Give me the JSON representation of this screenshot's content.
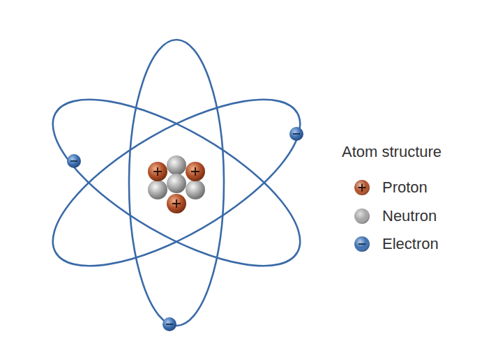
{
  "diagram": {
    "title": "Atom structure",
    "legend": [
      {
        "text": "Proton",
        "color": "#b0502a"
      },
      {
        "text": "Neutron",
        "color": "#a6a6a6"
      },
      {
        "text": "Electron",
        "color": "#3d6fb0"
      }
    ]
  }
}
